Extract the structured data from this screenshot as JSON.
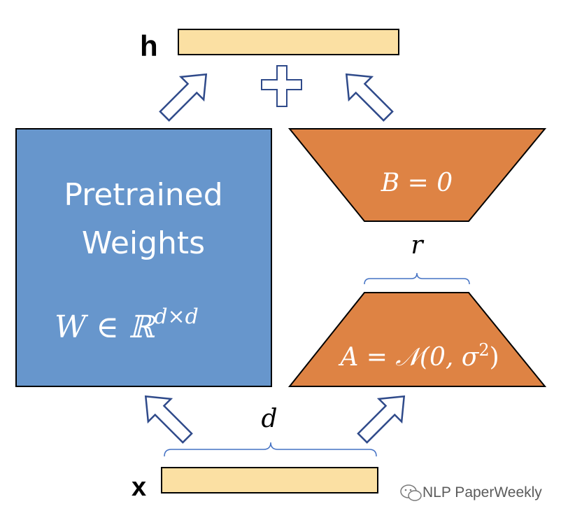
{
  "output": {
    "label": "h"
  },
  "input": {
    "label": "x"
  },
  "pretrained": {
    "line1": "Pretrained",
    "line2": "Weights",
    "formula_main": "W ∈ ℝ",
    "formula_sup": "d×d"
  },
  "matrix_b": {
    "formula": "B = 0"
  },
  "matrix_a": {
    "formula_main": "A = 𝒩(0, σ",
    "formula_sup": "2",
    "formula_close": ")"
  },
  "dimensions": {
    "rank_label": "r",
    "input_dim_label": "d"
  },
  "watermark": {
    "text": "NLP PaperWeekly",
    "icon": "wechat-icon"
  },
  "icons": {
    "plus": "plus-icon",
    "arrows": "hollow-arrow-icon"
  },
  "colors": {
    "pretrained_fill": "#6796cc",
    "matrix_fill": "#de8344",
    "vector_fill": "#fbe0a3",
    "arrow_stroke": "#2f4a8a",
    "brace_stroke": "#4472c4"
  }
}
